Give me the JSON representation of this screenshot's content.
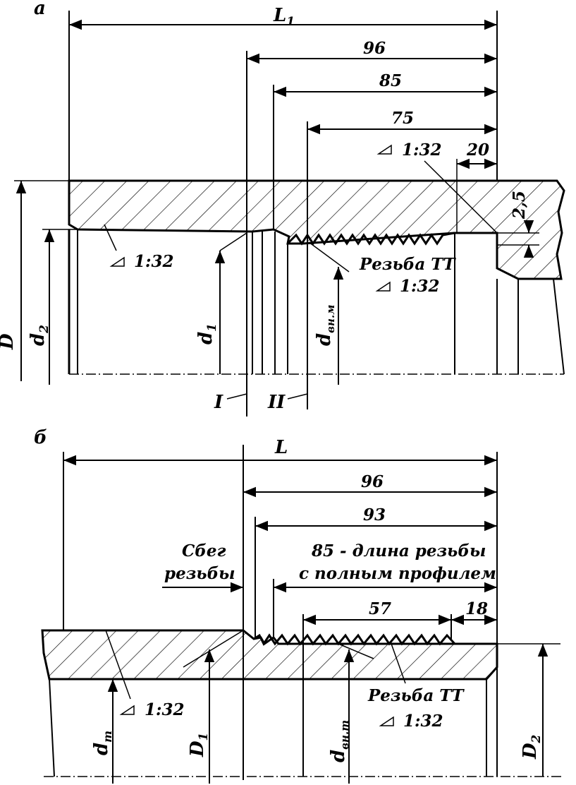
{
  "view_a": {
    "label": "а",
    "dims": {
      "L1": "L",
      "L1_sub": "1",
      "d96": "96",
      "d85": "85",
      "d75": "75",
      "d20": "20",
      "d25": "2,5"
    },
    "taper_top": "1:32",
    "taper_left": "1:32",
    "thread_label_1": "Резьба ТТ",
    "thread_label_2": "1:32",
    "D": "D",
    "d2": "d",
    "d2_sub": "2",
    "d1": "d",
    "d1_sub": "1",
    "dvnm": "d",
    "dvnm_sub": "вн.м",
    "sec1": "I",
    "sec2": "II"
  },
  "view_b": {
    "label": "б",
    "dims": {
      "L": "L",
      "d96": "96",
      "d93": "93",
      "d57": "57",
      "d18": "18"
    },
    "runout_1": "Сбег",
    "runout_2": "резьбы",
    "full_1": "85 - длина резьбы",
    "full_2": "с полным профилем",
    "thread_label_1": "Резьба ТТ",
    "thread_label_2": "1:32",
    "taper_left": "1:32",
    "dt": "d",
    "dt_sub": "т",
    "D1": "D",
    "D1_sub": "1",
    "dvnt": "d",
    "dvnt_sub": "вн.т",
    "D2": "D",
    "D2_sub": "2"
  }
}
